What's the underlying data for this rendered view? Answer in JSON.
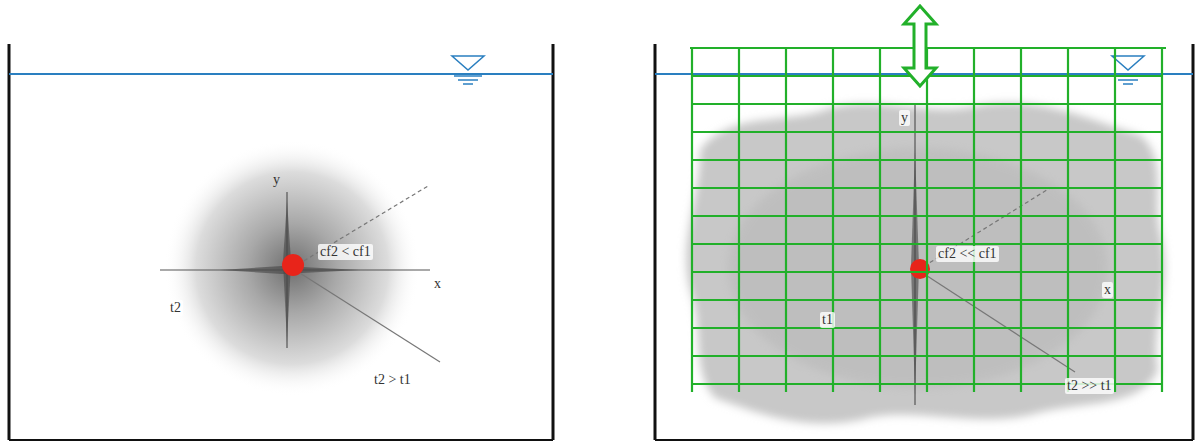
{
  "diagram": {
    "labels": [
      "y",
      "cf2 < cf1",
      "x",
      "t2",
      "t2 > t1",
      "y",
      "cf2 << cf1",
      "x",
      "t1",
      "t2 >> t1"
    ]
  }
}
